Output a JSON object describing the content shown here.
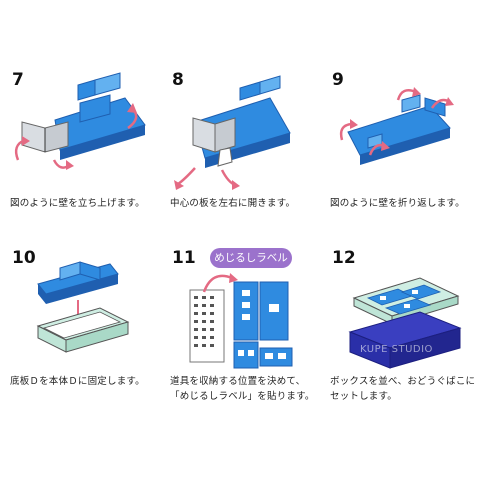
{
  "steps": [
    {
      "number": "7",
      "caption": "図のように壁を立ち上げます。"
    },
    {
      "number": "8",
      "caption": "中心の板を左右に開きます。"
    },
    {
      "number": "9",
      "caption": "図のように壁を折り返します。"
    },
    {
      "number": "10",
      "caption": "底板Ｄを本体Ｄに固定します。"
    },
    {
      "number": "11",
      "caption_line1": "道具を収納する位置を決めて、",
      "caption_line2": "「めじるしラベル」を貼ります。"
    },
    {
      "number": "12",
      "caption_line1": "ボックスを並べ、おどうぐばこに",
      "caption_line2": "セットします。"
    }
  ],
  "label_badge": "めじるしラベル",
  "watermark": "KUPE STUDIO",
  "colors": {
    "blue": "#2f8be0",
    "blue_dark": "#1f5fb0",
    "blue_light": "#63b1f0",
    "navy": "#2a2fa8",
    "grey": "#c6cbd1",
    "mint": "#cfeee3",
    "arrow_pink": "#e46a83",
    "purple": "#9b72cc"
  }
}
